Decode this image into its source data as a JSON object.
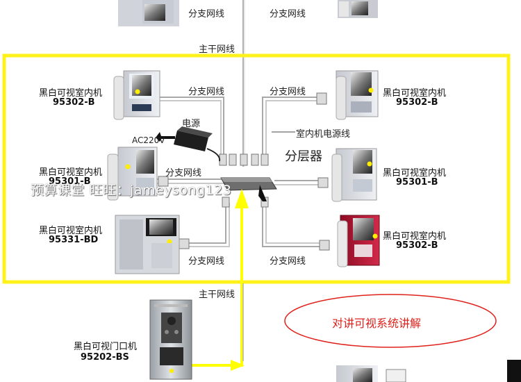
{
  "labels": {
    "branch_cable": "分支网线",
    "trunk_cable": "主干网线",
    "power": "电源",
    "ac": "AC220V",
    "indoor_power_line": "室内机电源线",
    "splitter": "分层器"
  },
  "units": {
    "left_top": {
      "name": "黑白可视室内机",
      "code": "95302-B"
    },
    "left_mid": {
      "name": "黑白可视室内机",
      "code": "95301-B"
    },
    "left_bot": {
      "name": "黑白可视室内机",
      "code": "95331-BD"
    },
    "right_top": {
      "name": "黑白可视室内机",
      "code": "95302-B"
    },
    "right_mid": {
      "name": "黑白可视室内机",
      "code": "95301-B"
    },
    "right_bot": {
      "name": "黑白可视室内机",
      "code": "95302-B"
    },
    "door": {
      "name": "黑白可视门口机",
      "code": "95202-BS"
    }
  },
  "watermark": "预算课堂  旺旺：jameysong123",
  "callout": "对讲可视系统讲解",
  "colors": {
    "frame": "#fff21a",
    "highlight_line": "#ffff00",
    "callout_text": "#e0201a",
    "callout_border": "#e0201a",
    "door_red": "#b01030"
  }
}
